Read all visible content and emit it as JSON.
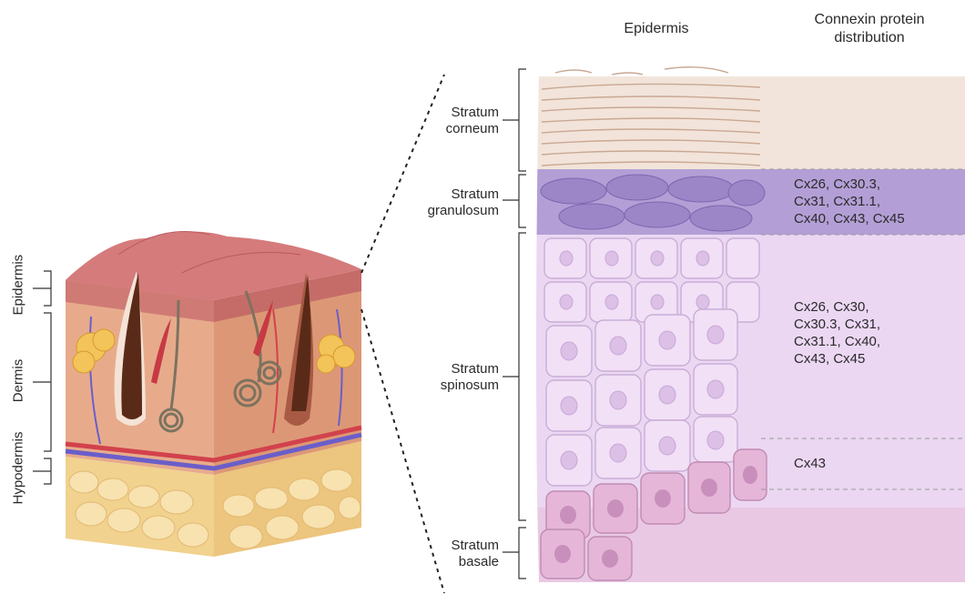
{
  "headers": {
    "epidermis": "Epidermis",
    "connexin_line1": "Connexin protein",
    "connexin_line2": "distribution"
  },
  "skin_layers": {
    "epidermis": "Epidermis",
    "dermis": "Dermis",
    "hypodermis": "Hypodermis"
  },
  "strata": {
    "corneum": [
      "Stratum",
      "corneum"
    ],
    "granulosum": [
      "Stratum",
      "granulosum"
    ],
    "spinosum": [
      "Stratum",
      "spinosum"
    ],
    "basale": [
      "Stratum",
      "basale"
    ]
  },
  "connexins": {
    "granulosum": [
      "Cx26, Cx30.3,",
      "Cx31, Cx31.1,",
      "Cx40, Cx43,  Cx45"
    ],
    "spinosum": [
      "Cx26, Cx30,",
      "Cx30.3, Cx31,",
      "Cx31.1, Cx40,",
      "Cx43,  Cx45"
    ],
    "basal_region": [
      "Cx43"
    ]
  },
  "colors": {
    "corneum": "#e8d5c8",
    "corneum_line": "#c9a894",
    "granulosum": "#b39fd6",
    "spinosum": "#ecd7f3",
    "basale": "#e9c8e3",
    "skin_top": "#c8646a",
    "fat": "#f3d79a"
  }
}
